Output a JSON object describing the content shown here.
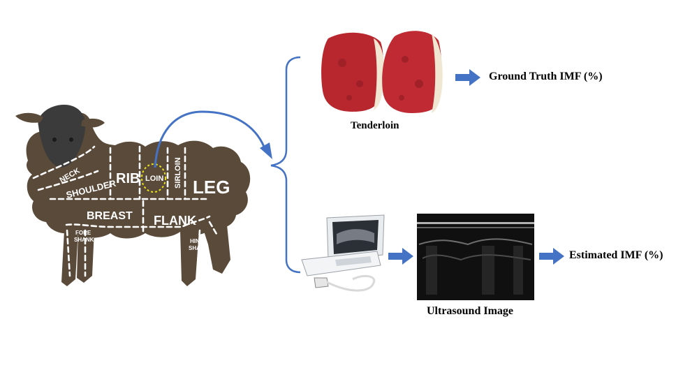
{
  "colors": {
    "sheep_body": "#5a4a3a",
    "sheep_face": "#3b3b3b",
    "dash": "#ffffff",
    "loin_highlight": "#e8e21a",
    "arrow_blue": "#4472c4",
    "meat_red": "#b8262e",
    "fat_cream": "#f1e6d2",
    "ultrasound_bg": "#101010"
  },
  "sheep": {
    "cuts": {
      "neck": "NECK",
      "shoulder": "SHOULDER",
      "rib": "RIB",
      "loin": "LOIN",
      "sirloin": "SIRLOIN",
      "leg": "LEG",
      "breast": "BREAST",
      "flank": "FLANK",
      "fore_shank_1": "FORE",
      "fore_shank_2": "SHANK",
      "hind_shank_1": "HIND",
      "hind_shank_2": "SHANK"
    }
  },
  "tenderloin": {
    "caption": "Tenderloin",
    "output_label": "Ground Truth IMF (%)"
  },
  "ultrasound": {
    "caption": "Ultrasound Image",
    "output_label": "Estimated IMF (%)"
  },
  "icons": {
    "machine": "ultrasound-machine-icon",
    "arrows": "right-arrow-icon"
  }
}
